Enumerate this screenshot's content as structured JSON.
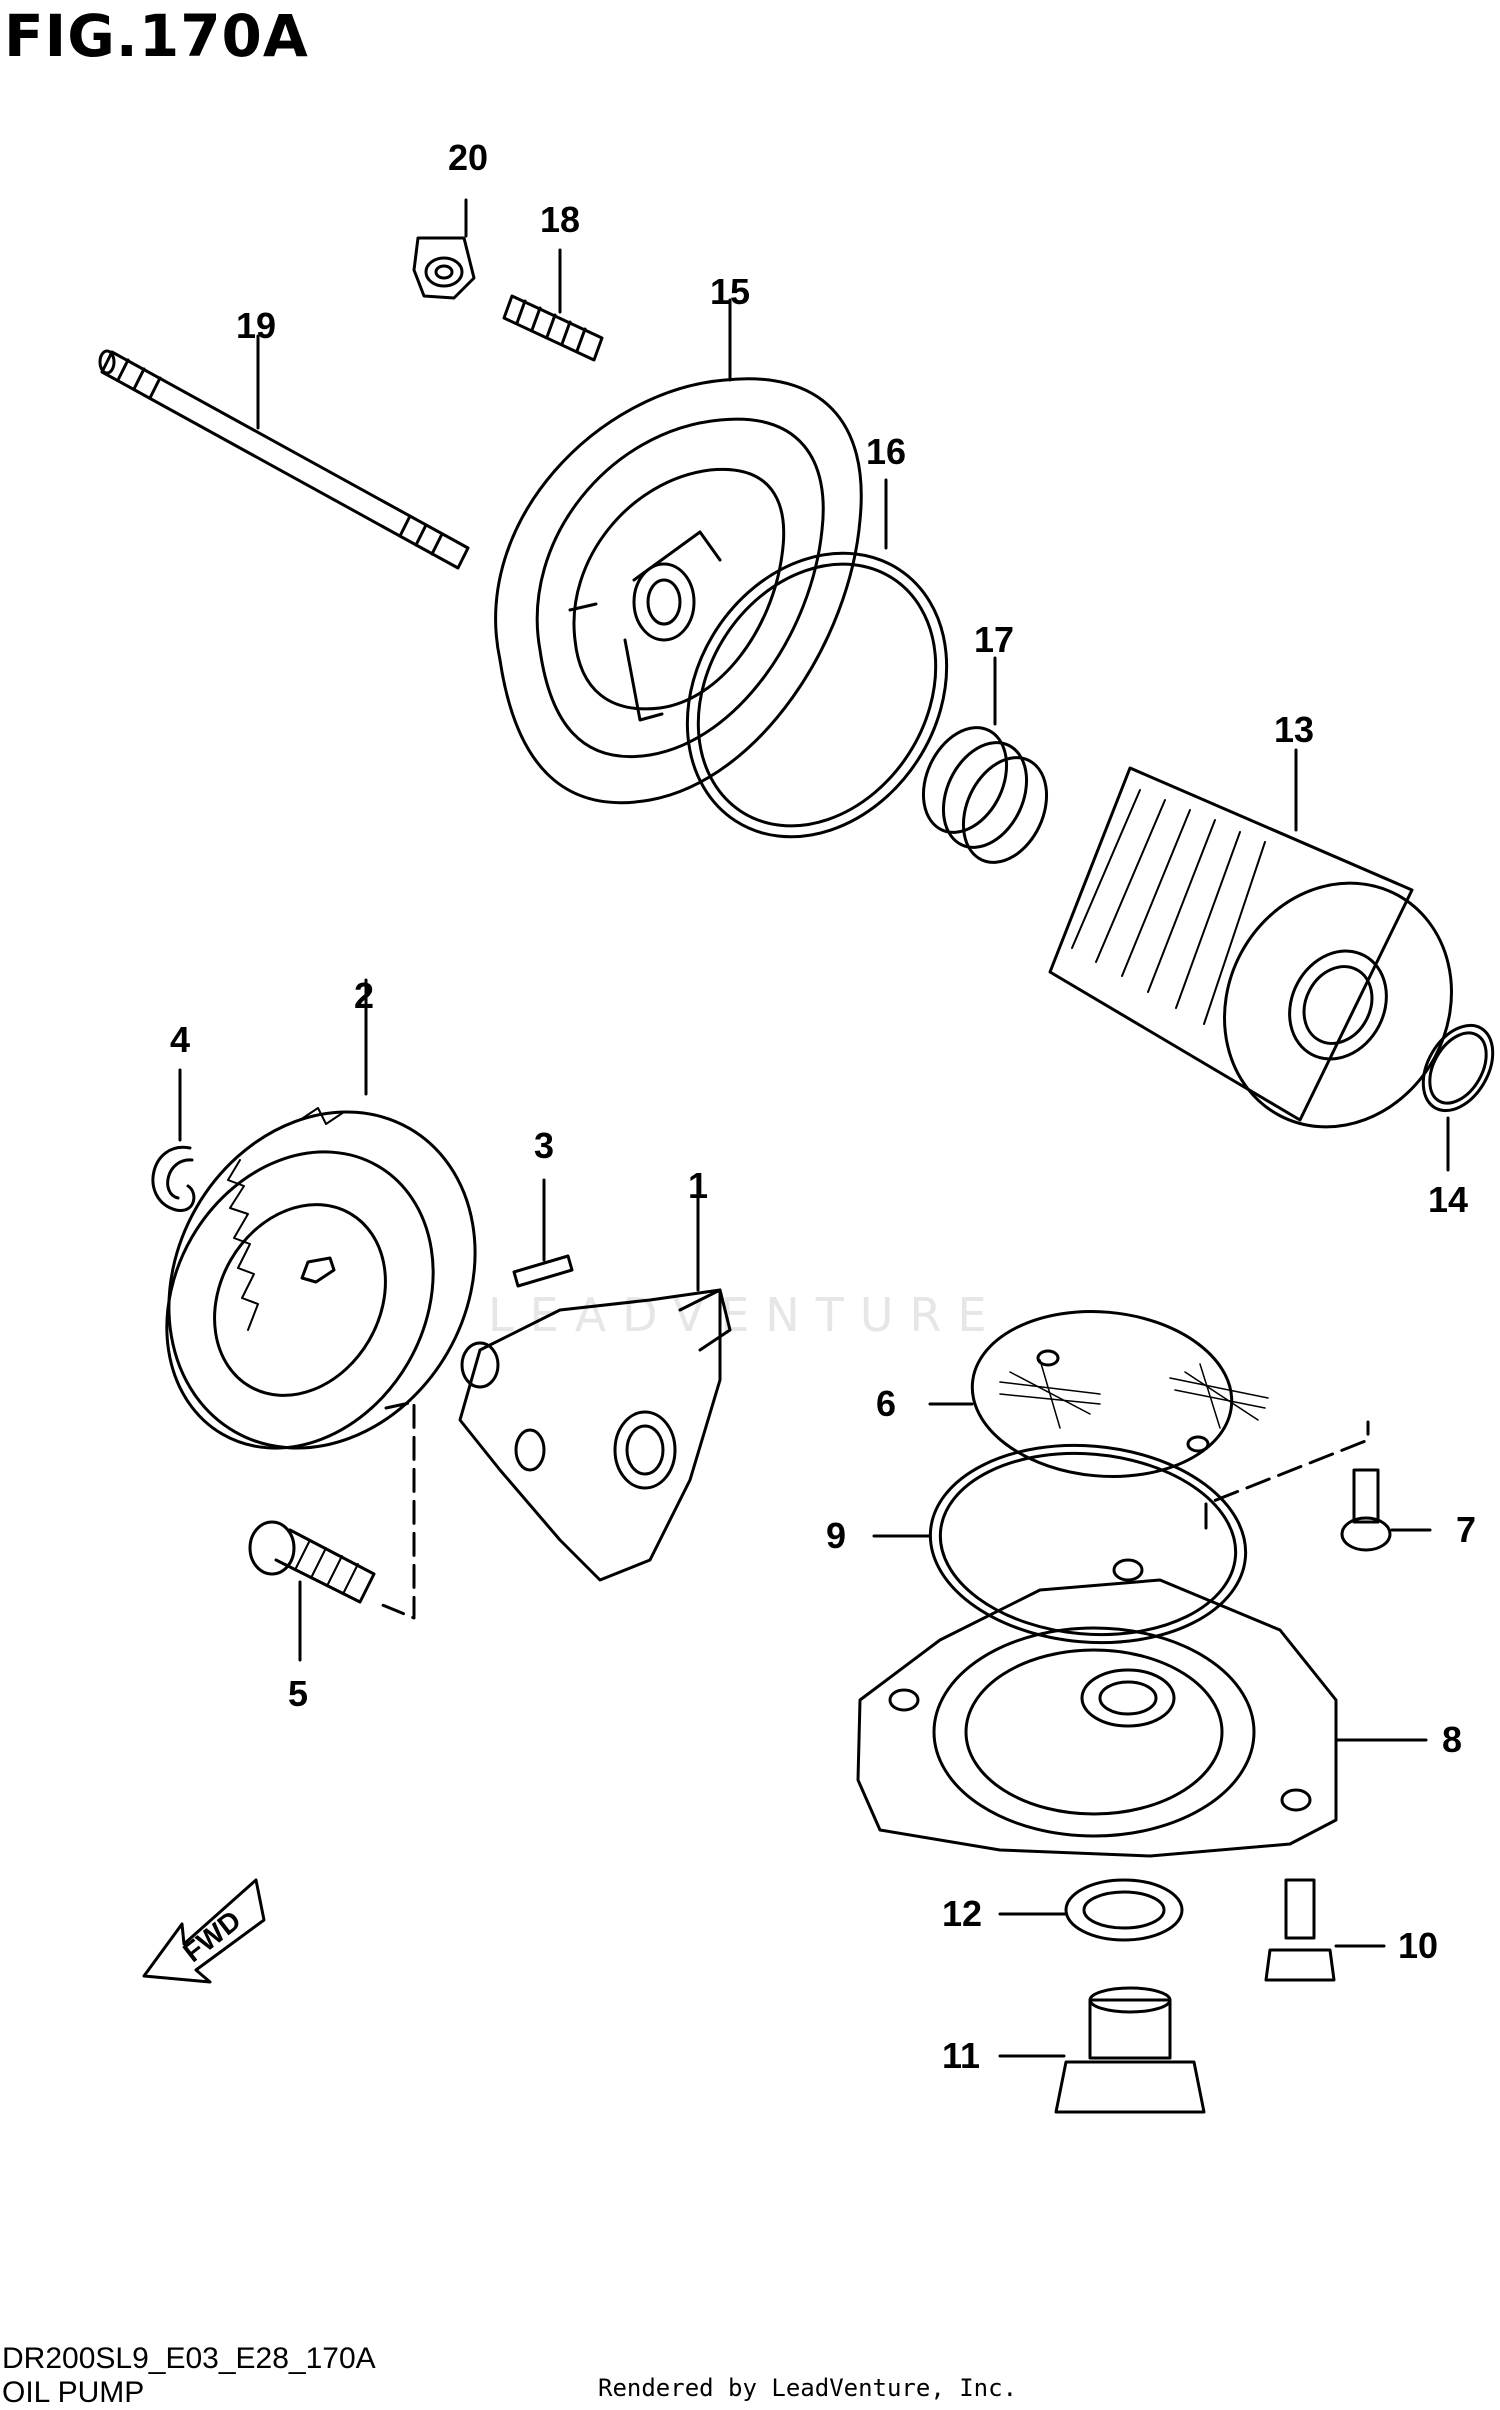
{
  "figure": {
    "title": "FIG.170A",
    "diagram_code": "DR200SL9_E03_E28_170A",
    "section_name": "OIL PUMP",
    "credit": "Rendered by LeadVenture, Inc.",
    "watermark": "LEADVENTURE",
    "fwd_label": "FWD"
  },
  "callouts": {
    "c1": "1",
    "c2": "2",
    "c3": "3",
    "c4": "4",
    "c5": "5",
    "c6": "6",
    "c7": "7",
    "c8": "8",
    "c9": "9",
    "c10": "10",
    "c11": "11",
    "c12": "12",
    "c13": "13",
    "c14": "14",
    "c15": "15",
    "c16": "16",
    "c17": "17",
    "c18": "18",
    "c19": "19",
    "c20": "20"
  },
  "colors": {
    "line": "#000000",
    "background": "#ffffff",
    "watermark": "#e6e6e6"
  }
}
